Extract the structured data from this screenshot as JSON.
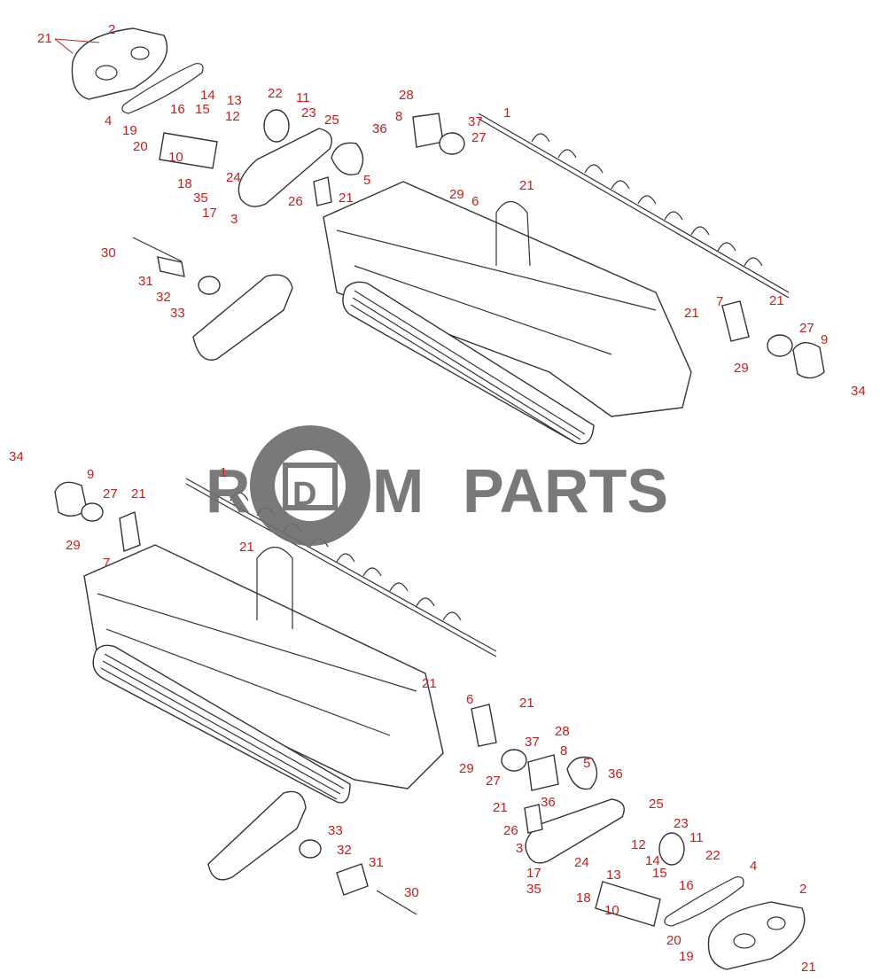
{
  "watermark": {
    "letters_left": "R",
    "letter_d": "D",
    "letter_m": "M",
    "word": "PARTS",
    "color": "#6e6e6e"
  },
  "label_color": "#c0211d",
  "callouts": [
    "1",
    "2",
    "3",
    "4",
    "5",
    "6",
    "7",
    "8",
    "9",
    "10",
    "11",
    "12",
    "13",
    "14",
    "15",
    "16",
    "17",
    "18",
    "19",
    "20",
    "21",
    "22",
    "23",
    "24",
    "25",
    "26",
    "27",
    "28",
    "29",
    "30",
    "31",
    "32",
    "33",
    "34",
    "35",
    "36",
    "37"
  ]
}
